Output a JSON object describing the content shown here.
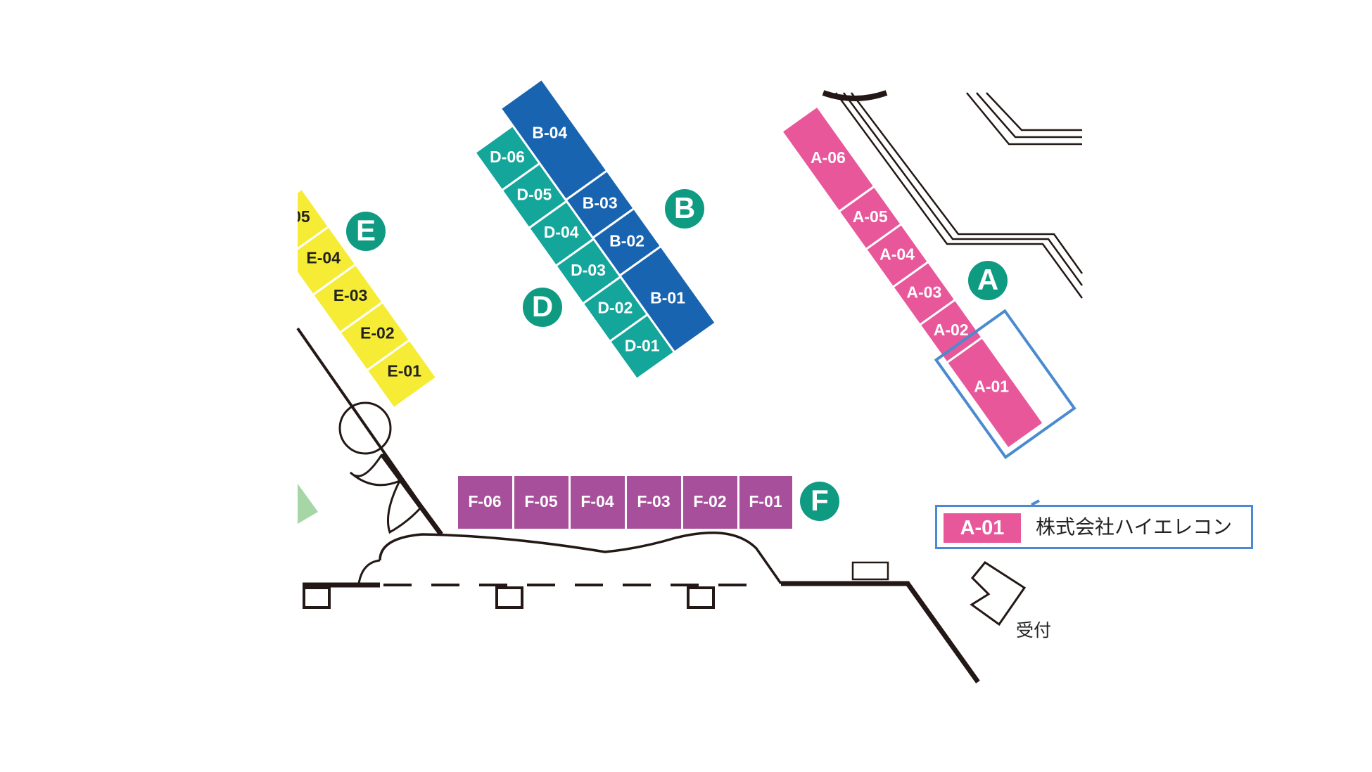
{
  "colors": {
    "zone_a": "#e8579a",
    "zone_b": "#1964b0",
    "zone_d": "#14a69b",
    "zone_e": "#f6ec35",
    "zone_f": "#a84f9b",
    "zone_marker": "#0f9a82",
    "highlight": "#4a8bd0"
  },
  "zones": {
    "a": {
      "letter": "A",
      "booths": [
        "A-06",
        "A-05",
        "A-04",
        "A-03",
        "A-02",
        "A-01"
      ]
    },
    "b": {
      "letter": "B",
      "booths": [
        "B-04",
        "B-03",
        "B-02",
        "B-01"
      ]
    },
    "d": {
      "letter": "D",
      "booths": [
        "D-06",
        "D-05",
        "D-04",
        "D-03",
        "D-02",
        "D-01"
      ]
    },
    "e": {
      "letter": "E",
      "booths": [
        "05",
        "E-04",
        "E-03",
        "E-02",
        "E-01"
      ]
    },
    "f": {
      "letter": "F",
      "booths": [
        "F-06",
        "F-05",
        "F-04",
        "F-03",
        "F-02",
        "F-01"
      ]
    }
  },
  "highlight": {
    "booth": "A-01",
    "company": "株式会社ハイエレコン"
  },
  "reception": "受付"
}
